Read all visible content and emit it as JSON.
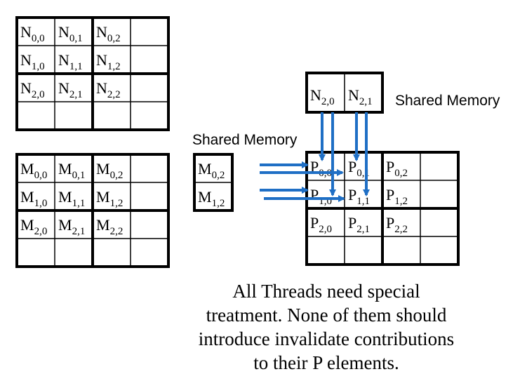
{
  "labels": {
    "shared_memory_n": "Shared Memory",
    "shared_memory_m": "Shared Memory"
  },
  "matrices": {
    "N": [
      [
        {
          "b": "N",
          "s": "0,0"
        },
        {
          "b": "N",
          "s": "0,1"
        },
        {
          "b": "N",
          "s": "0,2"
        },
        {
          "b": "",
          "s": ""
        }
      ],
      [
        {
          "b": "N",
          "s": "1,0"
        },
        {
          "b": "N",
          "s": "1,1"
        },
        {
          "b": "N",
          "s": "1,2"
        },
        {
          "b": "",
          "s": ""
        }
      ],
      [
        {
          "b": "N",
          "s": "2,0"
        },
        {
          "b": "N",
          "s": "2,1"
        },
        {
          "b": "N",
          "s": "2,2"
        },
        {
          "b": "",
          "s": ""
        }
      ],
      [
        {
          "b": "",
          "s": ""
        },
        {
          "b": "",
          "s": ""
        },
        {
          "b": "",
          "s": ""
        },
        {
          "b": "",
          "s": ""
        }
      ]
    ],
    "M": [
      [
        {
          "b": "M",
          "s": "0,0"
        },
        {
          "b": "M",
          "s": "0,1"
        },
        {
          "b": "M",
          "s": "0,2"
        },
        {
          "b": "",
          "s": ""
        }
      ],
      [
        {
          "b": "M",
          "s": "1,0"
        },
        {
          "b": "M",
          "s": "1,1"
        },
        {
          "b": "M",
          "s": "1,2"
        },
        {
          "b": "",
          "s": ""
        }
      ],
      [
        {
          "b": "M",
          "s": "2,0"
        },
        {
          "b": "M",
          "s": "2,1"
        },
        {
          "b": "M",
          "s": "2,2"
        },
        {
          "b": "",
          "s": ""
        }
      ],
      [
        {
          "b": "",
          "s": ""
        },
        {
          "b": "",
          "s": ""
        },
        {
          "b": "",
          "s": ""
        },
        {
          "b": "",
          "s": ""
        }
      ]
    ],
    "P": [
      [
        {
          "b": "P",
          "s": "0,0"
        },
        {
          "b": "P",
          "s": "0,1"
        },
        {
          "b": "P",
          "s": "0,2"
        },
        {
          "b": "",
          "s": ""
        }
      ],
      [
        {
          "b": "P",
          "s": "1,0"
        },
        {
          "b": "P",
          "s": "1,1"
        },
        {
          "b": "P",
          "s": "1,2"
        },
        {
          "b": "",
          "s": ""
        }
      ],
      [
        {
          "b": "P",
          "s": "2,0"
        },
        {
          "b": "P",
          "s": "2,1"
        },
        {
          "b": "P",
          "s": "2,2"
        },
        {
          "b": "",
          "s": ""
        }
      ],
      [
        {
          "b": "",
          "s": ""
        },
        {
          "b": "",
          "s": ""
        },
        {
          "b": "",
          "s": ""
        },
        {
          "b": "",
          "s": ""
        }
      ]
    ],
    "shared_N": [
      [
        {
          "b": "N",
          "s": "2,0"
        },
        {
          "b": "N",
          "s": "2,1"
        }
      ]
    ],
    "shared_M": [
      [
        {
          "b": "M",
          "s": "0,2"
        }
      ],
      [
        {
          "b": "M",
          "s": "1,2"
        }
      ]
    ]
  },
  "caption": [
    "All Threads need special",
    "treatment. None of them should",
    "introduce invalidate contributions",
    "to their P elements."
  ],
  "colors": {
    "arrow": "#1f6fc5",
    "grid": "#000000"
  }
}
